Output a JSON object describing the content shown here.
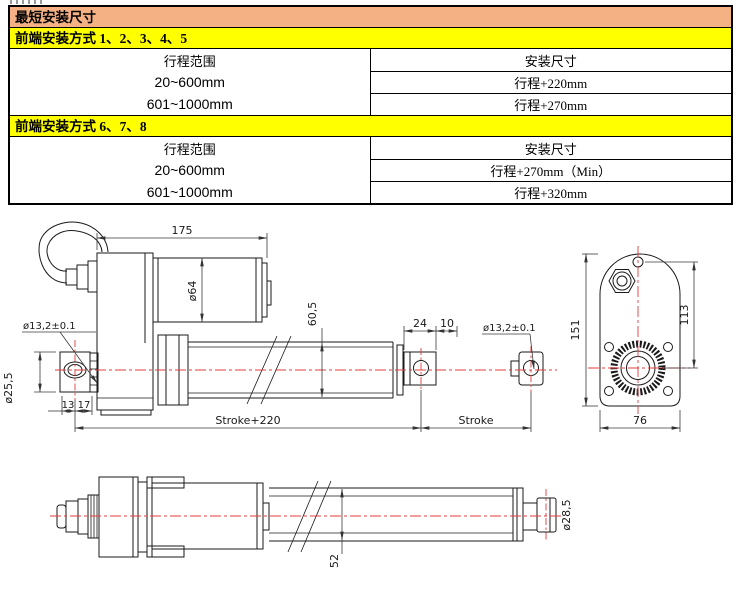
{
  "table": {
    "title": "最短安装尺寸",
    "col1_header": "行程范围",
    "col2_header": "安装尺寸",
    "sections": [
      {
        "header": "前端安装方式 1、2、3、4、5",
        "rows": [
          {
            "range": "20~600mm",
            "size": "行程+220mm"
          },
          {
            "range": "601~1000mm",
            "size": "行程+270mm"
          }
        ]
      },
      {
        "header": "前端安装方式 6、7、8",
        "rows": [
          {
            "range": "20~600mm",
            "size": "行程+270mm（Min）"
          },
          {
            "range": "601~1000mm",
            "size": "行程+320mm"
          }
        ]
      }
    ]
  },
  "drawing": {
    "colors": {
      "centerline_red": "#e03c3c",
      "line_black": "#1a1a1a"
    },
    "labels": {
      "dim_175": "175",
      "dim_d64": "ø64",
      "dim_60_5": "60,5",
      "dim_24": "24",
      "dim_10": "10",
      "dim_d13_left": "ø13,2±0.1",
      "dim_d13_right": "ø13,2±0.1",
      "dim_d25_5": "ø25,5",
      "dim_13": "13",
      "dim_17": "17",
      "dim_stroke_220": "Stroke+220",
      "dim_stroke": "Stroke",
      "dim_151": "151",
      "dim_113": "113",
      "dim_76": "76",
      "dim_52": "52",
      "dim_d28_5": "ø28,5"
    }
  }
}
